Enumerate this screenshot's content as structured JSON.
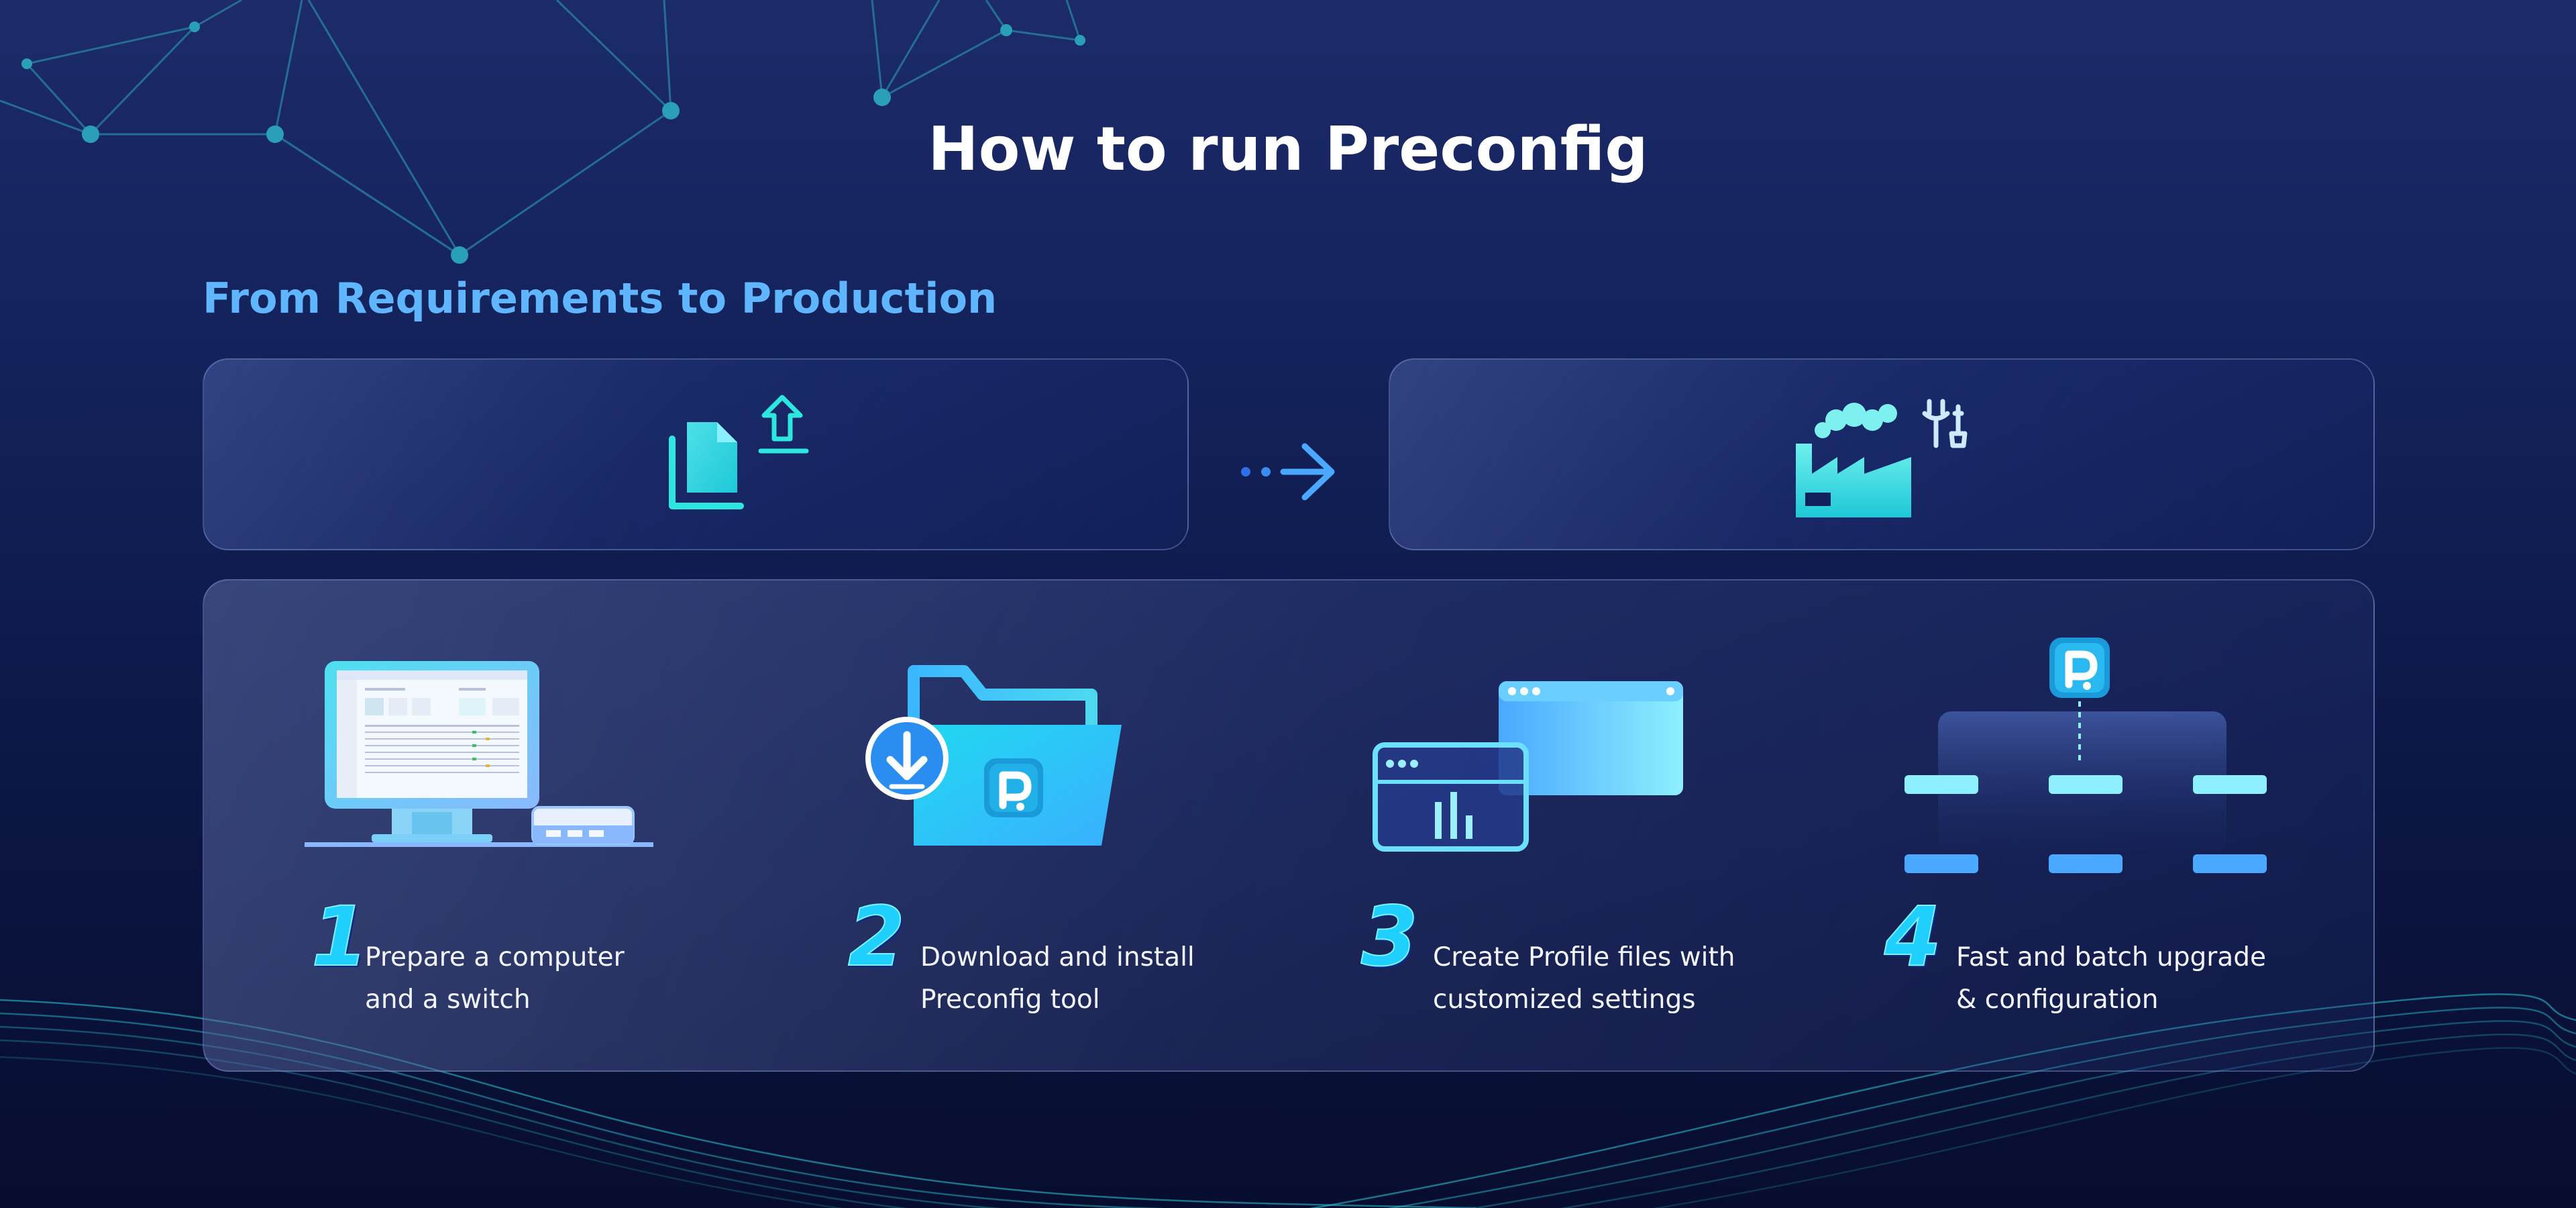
{
  "page_title": "How to run Preconfig",
  "section_title": "From Requirements to Production",
  "icons": {
    "requirements": "document-upload-icon",
    "arrow": "dotted-arrow-right-icon",
    "production": "factory-tools-icon",
    "step1": "computer-switch-icon",
    "step2": "folder-download-icon",
    "step3": "profile-windows-icon",
    "step4": "batch-routers-icon"
  },
  "colors": {
    "accent_cyan": "#2ee6e0",
    "accent_blue": "#4aa8ff",
    "section_title": "#5fb6ff",
    "step_number": "#1fd0ff"
  },
  "steps": [
    {
      "number": "1",
      "line1": "Prepare a computer",
      "line2": "and a switch"
    },
    {
      "number": "2",
      "line1": "Download and install",
      "line2": "Preconfig tool"
    },
    {
      "number": "3",
      "line1": "Create Profile files with",
      "line2": "customized settings"
    },
    {
      "number": "4",
      "line1": "Fast and batch upgrade",
      "line2": "& configuration"
    }
  ]
}
